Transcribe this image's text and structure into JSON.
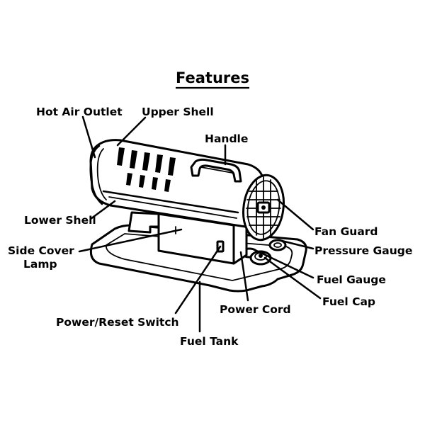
{
  "title": "Features",
  "labels": {
    "hot_air_outlet": "Hot Air Outlet",
    "upper_shell": "Upper Shell",
    "handle": "Handle",
    "lower_shell": "Lower Shell",
    "side_cover_line1": "Side Cover",
    "side_cover_line2": "Lamp",
    "fan_guard": "Fan Guard",
    "pressure_gauge": "Pressure Gauge",
    "fuel_gauge": "Fuel Gauge",
    "fuel_cap": "Fuel Cap",
    "power_cord": "Power Cord",
    "power_reset_switch": "Power/Reset Switch",
    "fuel_tank": "Fuel Tank"
  },
  "colors": {
    "ink": "#000000",
    "background": "#ffffff"
  }
}
